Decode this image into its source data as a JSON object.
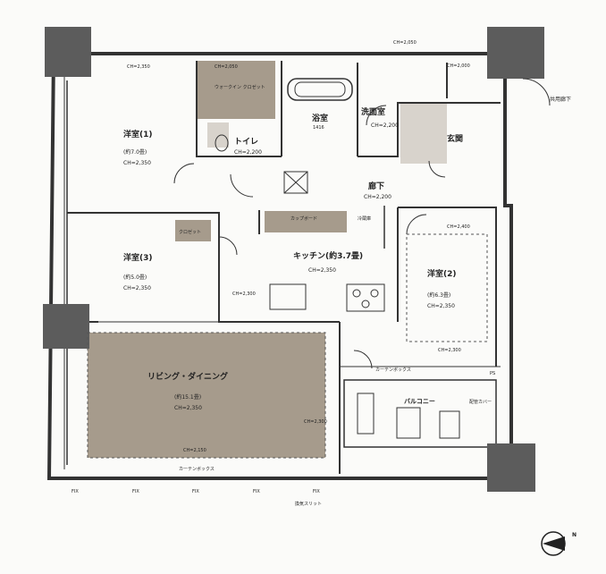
{
  "rooms": {
    "western1": {
      "name": "洋室(1)",
      "size": "(約7.0畳)",
      "ch": "CH=2,350"
    },
    "western2": {
      "name": "洋室(2)",
      "size": "(約6.3畳)",
      "ch": "CH=2,350"
    },
    "western3": {
      "name": "洋室(3)",
      "size": "(約5.0畳)",
      "ch": "CH=2,350"
    },
    "living": {
      "name": "リビング・ダイニング",
      "size": "(約15.1畳)",
      "ch": "CH=2,350"
    },
    "kitchen": {
      "name": "キッチン(約3.7畳)",
      "ch": "CH=2,350"
    },
    "bath": {
      "name": "浴室",
      "size": "1416"
    },
    "washroom": {
      "name": "洗面室",
      "ch": "CH=2,200"
    },
    "toilet": {
      "name": "トイレ",
      "ch": "CH=2,200"
    },
    "hall": {
      "name": "廊下",
      "ch": "CH=2,200"
    },
    "entrance": {
      "name": "玄関"
    },
    "walkin": {
      "name": "ウォークイン クロゼット",
      "ch": "CH=2,050"
    },
    "closet": "クロゼット",
    "cupboard": "カップボード",
    "fridge": "冷蔵庫",
    "balcony": "バルコニー",
    "common_corridor": "共用廊下",
    "curtain_box": "カーテンボックス",
    "mail": "配管カバー",
    "ps": "PS"
  },
  "ceiling_heights": {
    "top": "CH=2,050",
    "top_left": "CH=2,350",
    "ch2200": "CH=2,200",
    "ch2300": "CH=2,300",
    "ch2150": "CH=2,150",
    "ch2400": "CH=2,400",
    "ch2000": "CH=2,000",
    "ch2050": "CH=2,050"
  },
  "window_labels": {
    "fix": "FIX",
    "curtain": "カーテンボックス",
    "vent": "換気スリット"
  },
  "compass": "N"
}
